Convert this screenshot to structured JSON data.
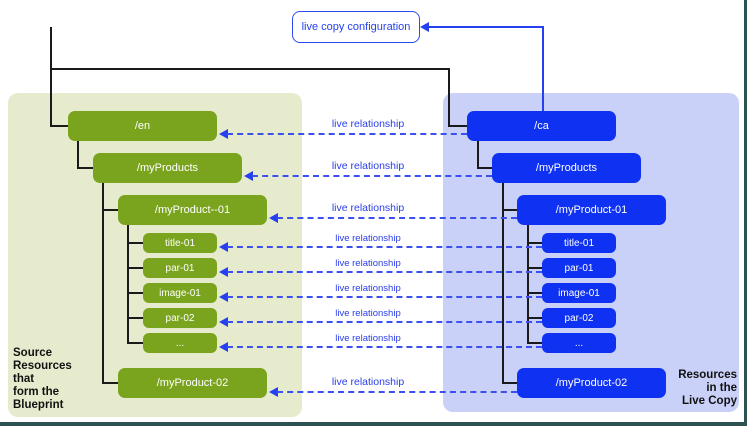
{
  "diagram": {
    "config_box_label": "live copy configuration",
    "relationship_label": "live relationship",
    "source_panel": {
      "caption_lines": [
        "Source",
        "Resources",
        "that",
        "form the",
        "Blueprint"
      ],
      "nodes": [
        "/en",
        "/myProducts",
        "/myProduct--01",
        "title-01",
        "par-01",
        "image-01",
        "par-02",
        "...",
        "/myProduct-02"
      ]
    },
    "livecopy_panel": {
      "caption_lines": [
        "Resources",
        "in the",
        "Live Copy"
      ],
      "nodes": [
        "/ca",
        "/myProducts",
        "/myProduct-01",
        "title-01",
        "par-01",
        "image-01",
        "par-02",
        "...",
        "/myProduct-02"
      ]
    },
    "colors": {
      "source_node": "#7aa41e",
      "source_panel_bg": "#e7ebcd",
      "livecopy_node": "#0f31f2",
      "livecopy_panel_bg": "#c9d1f8",
      "connector_blue": "#2440f0",
      "dashed_arrow_blue": "#3b50ef",
      "tree_line": "#1a1a1a",
      "frame_edge": "#2e5151"
    }
  }
}
